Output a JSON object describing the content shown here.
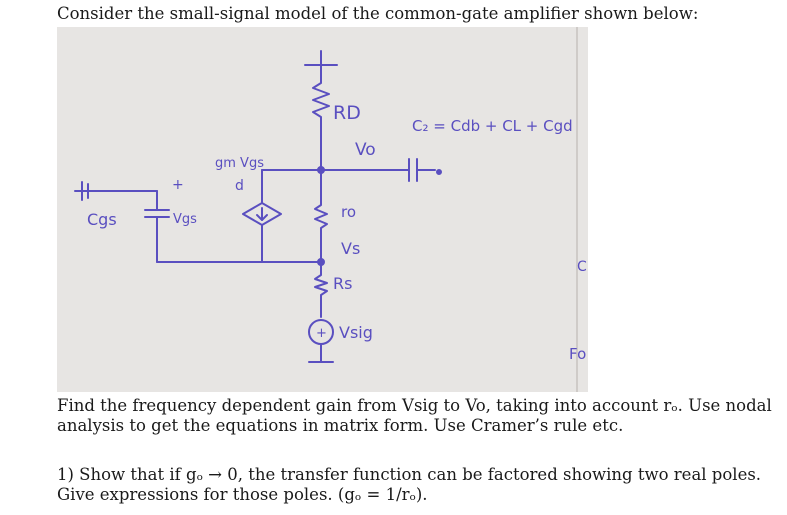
{
  "intro": "Consider the small-signal model of the common-gate amplifier shown below:",
  "figure": {
    "label_rd": "RD",
    "label_vo": "Vo",
    "label_cl": "C₂ = Cdb + CL + Cgd",
    "label_gm": "gm Vgs",
    "label_d": "d",
    "label_ro": "ro",
    "label_vs": "Vs",
    "label_rs": "Rs",
    "label_vsig": "Vsig",
    "label_cgs": "Cgs",
    "label_vgs": "Vgs",
    "label_plus": "+",
    "edge_c": "C",
    "edge_fo": "Fo"
  },
  "task_line1": "Find the frequency dependent gain from Vsig to Vo, taking into account rₒ. Use nodal",
  "task_line2": "analysis to get the equations in matrix form. Use Cramer’s rule etc.",
  "q1_line1": "1) Show that if gₒ → 0, the transfer function can be factored showing two real poles.",
  "q1_line2": "Give expressions for those poles.  (gₒ = 1/rₒ).",
  "colors": {
    "ink": "#5a4fc0",
    "paper": "#e7e5e3",
    "text": "#1a1a1a"
  }
}
